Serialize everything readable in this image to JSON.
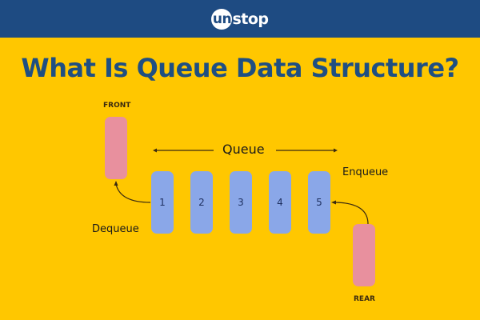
{
  "header": {
    "logo_text": "unstop",
    "logo_prefix": "un",
    "logo_suffix": "stop"
  },
  "title": "What Is Queue Data Structure?",
  "diagram": {
    "front_label": "FRONT",
    "rear_label": "REAR",
    "queue_label": "Queue",
    "enqueue_label": "Enqueue",
    "dequeue_label": "Dequeue",
    "items": [
      "1",
      "2",
      "3",
      "4",
      "5"
    ]
  },
  "colors": {
    "header": "#1e4b82",
    "background": "#ffc700",
    "title": "#1f4f82",
    "element": "#8aa7e8",
    "pointer": "#e8909e"
  }
}
